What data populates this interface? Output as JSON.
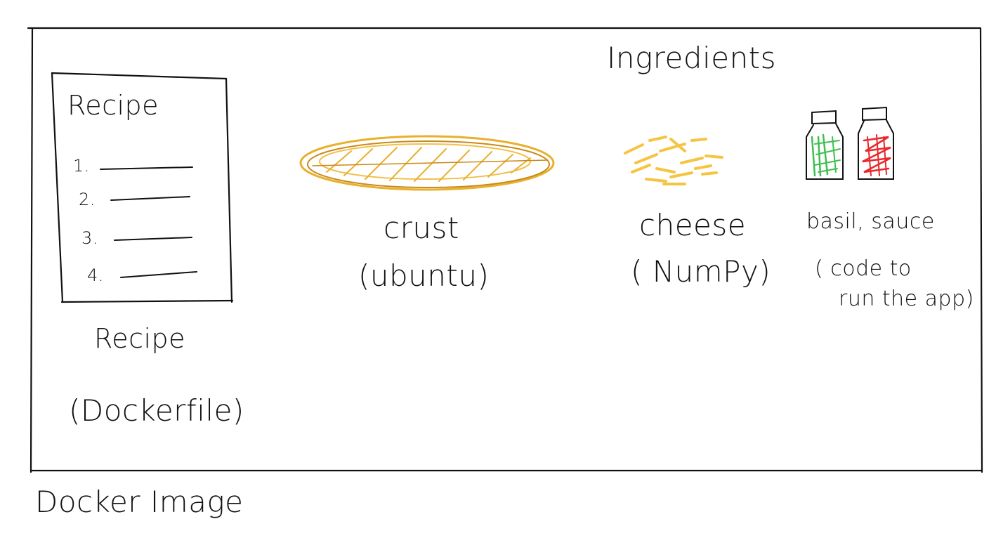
{
  "diagram": {
    "outer_caption": "Docker Image",
    "section_title": "Ingredients",
    "recipe_card": {
      "title": "Recipe",
      "steps": [
        "1.",
        "2.",
        "3.",
        "4."
      ]
    },
    "recipe_caption": "Recipe",
    "recipe_subcaption": "(Dockerfile)",
    "items": [
      {
        "name": "crust",
        "note": "(ubuntu)"
      },
      {
        "name": "cheese",
        "note": "( NumPy)"
      },
      {
        "name": "basil, sauce",
        "note_line1": "( code to",
        "note_line2": "run the app)"
      }
    ],
    "colors": {
      "ink": "#111111",
      "crust": "#e8b02c",
      "crust_dark": "#c98a1a",
      "cheese": "#f5c542",
      "basil": "#3fbf4f",
      "sauce": "#e8282c"
    }
  }
}
